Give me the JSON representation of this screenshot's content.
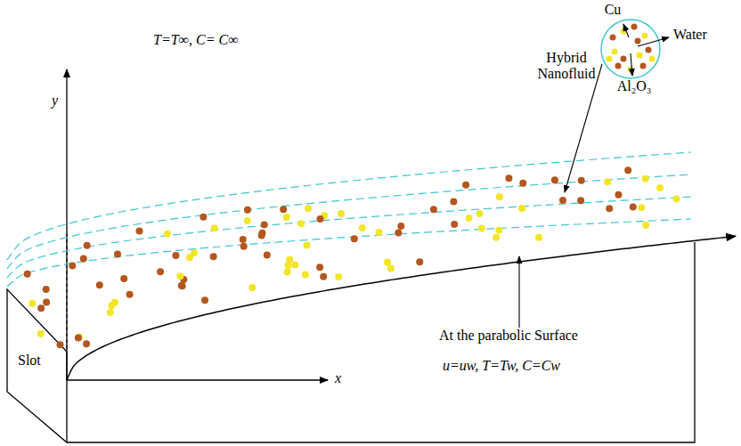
{
  "diagram": {
    "labels": [
      "T=T∞,  C= C∞",
      "Cu",
      "Water",
      "Hybrid Nanofluid",
      "Al₂O₃",
      "y",
      "Slot",
      "x",
      "At the parabolic Surface",
      "u=uw,  T=Tw,  C=Cw"
    ]
  }
}
